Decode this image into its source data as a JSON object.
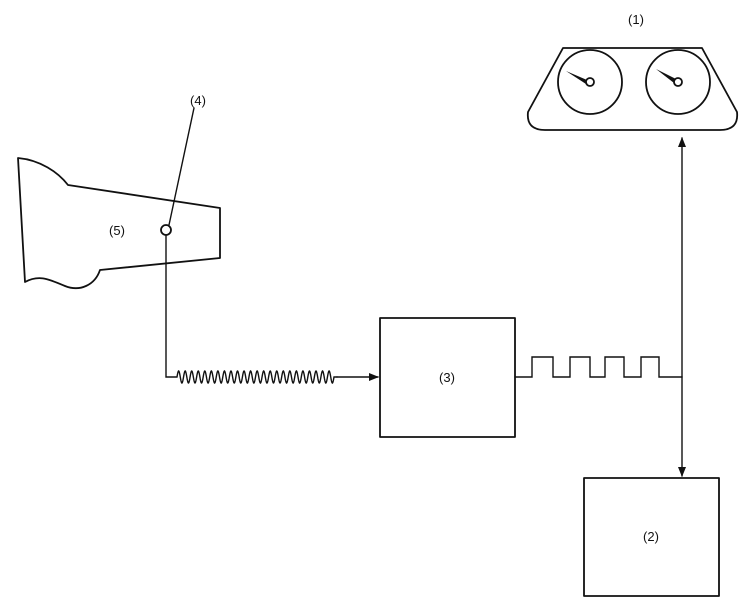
{
  "diagram": {
    "labels": {
      "gauge_cluster": "(1)",
      "unit_2": "(2)",
      "unit_3": "(3)",
      "sensor": "(4)",
      "transmission": "(5)"
    },
    "colors": {
      "line": "#111111",
      "background": "#ffffff"
    }
  }
}
